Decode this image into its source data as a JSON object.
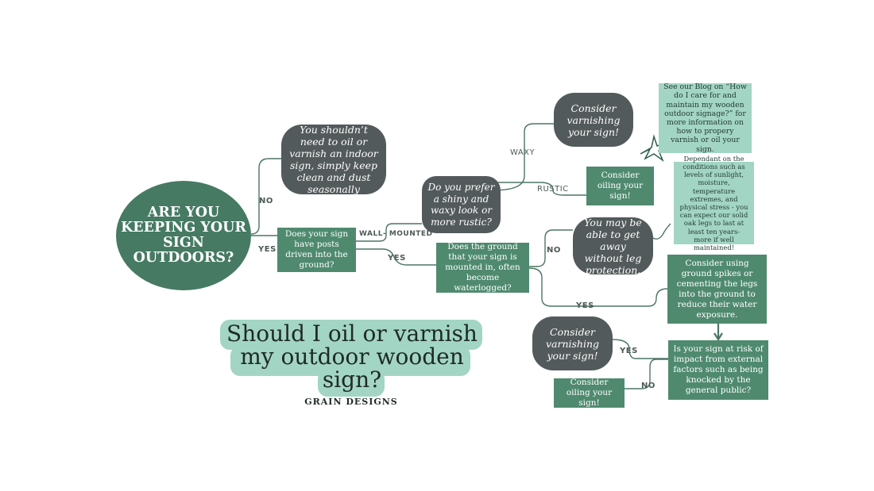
{
  "start": {
    "text": "ARE YOU KEEPING YOUR SIGN OUTDOORS?"
  },
  "title": {
    "text": "Should I oil or varnish my outdoor wooden sign?",
    "brand": "GRAIN DESIGNS"
  },
  "nodes": {
    "indoor": "You shouldn’t need to oil or varnish an indoor sign, simply keep clean and dust seasonally",
    "posts": "Does your sign have posts driven into the ground?",
    "prefer": "Do you prefer a shiny and waxy look or more rustic?",
    "varnish_top": "Consider varnishing your sign!",
    "oil_top": "Consider oiling your sign!",
    "blog": "See our Blog on “How do I care for and maintain my wooden outdoor signage?” for more information on how to propery  varnish or oil your sign.",
    "waterlogged": "Does the ground that your sign is mounted in, often become waterlogged?",
    "no_leg": "You may be able to get away without leg protection.",
    "dependant": "Dependant on the conditions such as levels of sunlight, moisture, temperature extremes, and physical stress - you can expect our solid oak legs to last at least ten years- more if well maintained!",
    "spikes": "Consider using ground spikes or cementing the legs into the ground to reduce their water exposure.",
    "impact": "Is your sign at risk of impact from external factors such as being knocked by the general public?",
    "varnish_bottom": "Consider varnishing your sign!",
    "oil_bottom": "Consider oiling your sign!"
  },
  "labels": {
    "no_indoor": "NO",
    "yes_posts": "YES",
    "wall_mounted": "WALL- MOUNTED",
    "yes_waterlogged": "YES",
    "waxy": "WAXY",
    "rustic": "RUSTIC",
    "no_leg": "NO",
    "yes_spikes": "YES",
    "yes_impact": "YES",
    "no_impact": "NO"
  },
  "colors": {
    "dark_node": "#535a5b",
    "green_node": "#4f8a6f",
    "mint_node": "#a3d5c4",
    "start_node": "#467a63",
    "connector": "#4d7566"
  }
}
